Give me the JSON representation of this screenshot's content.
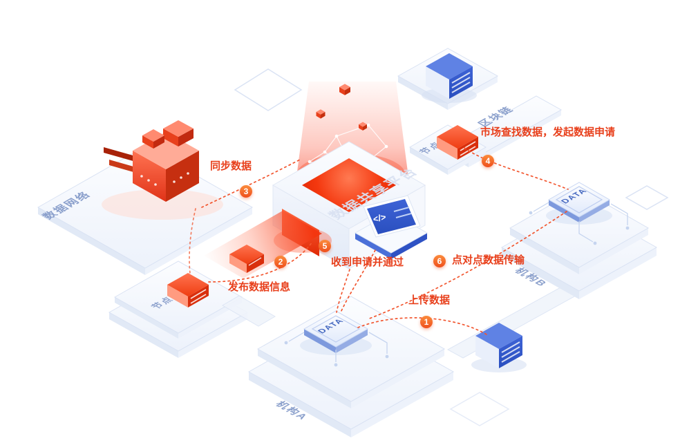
{
  "diagram": {
    "title": "数据共享平台",
    "labels": {
      "data_network": "数据网络",
      "node_a": "节点A",
      "node_b": "节点B",
      "blockchain": "区块链",
      "org_a": "机构A",
      "org_b": "机构B"
    },
    "chip_label": "DATA",
    "laptop_code": "</>",
    "steps": [
      {
        "num": "1",
        "label": "上传数据"
      },
      {
        "num": "2",
        "label": "发布数据信息"
      },
      {
        "num": "3",
        "label": "同步数据"
      },
      {
        "num": "4",
        "label": "市场查找数据，发起数据申请"
      },
      {
        "num": "5",
        "label": "收到申请并通过"
      },
      {
        "num": "6",
        "label": "点对点数据传输"
      }
    ],
    "colors": {
      "accent_red": "#F4330C",
      "annotation_red": "#E8401C",
      "badge_orange": "#F4731C",
      "label_blue": "#8BA0CC",
      "server_blue": "#2A4FBF"
    }
  }
}
